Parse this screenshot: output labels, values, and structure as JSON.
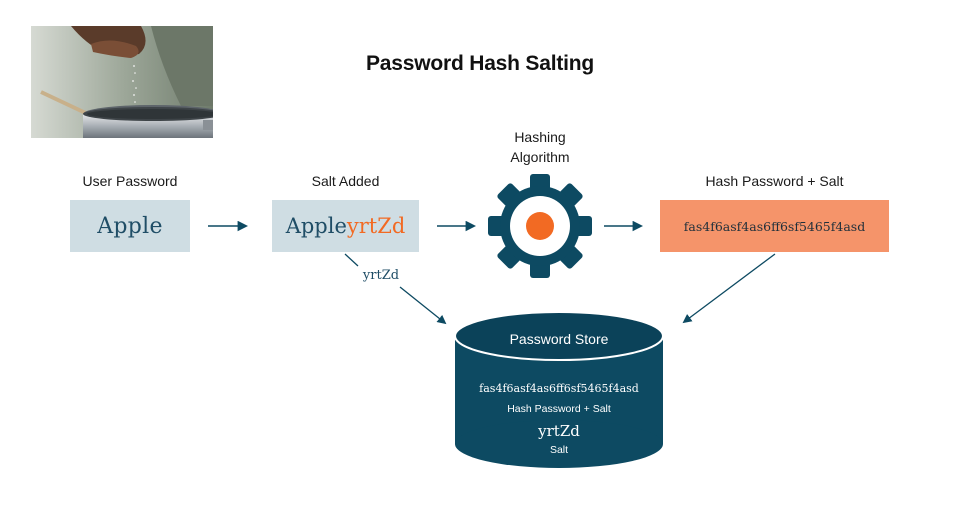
{
  "title": "Password Hash Salting",
  "labels": {
    "user_password": "User Password",
    "salt_added": "Salt Added",
    "hashing_line1": "Hashing",
    "hashing_line2": "Algorithm",
    "hash_password_salt": "Hash Password + Salt"
  },
  "boxes": {
    "password": "Apple",
    "salted_base": "Apple",
    "salted_salt": "yrtZd",
    "hash": "fas4f6asf4as6ff6sf5465f4asd"
  },
  "salt_value": "yrtZd",
  "store": {
    "title": "Password Store",
    "hash": "fas4f6asf4as6ff6sf5465f4asd",
    "hash_label": "Hash Password + Salt",
    "salt": "yrtZd",
    "salt_label": "Salt"
  },
  "colors": {
    "dark_blue": "#0d4a62",
    "light_box": "#cfdde3",
    "orange": "#f26a23",
    "hash_box": "#f5946a"
  },
  "icons": [
    "gear-icon"
  ]
}
